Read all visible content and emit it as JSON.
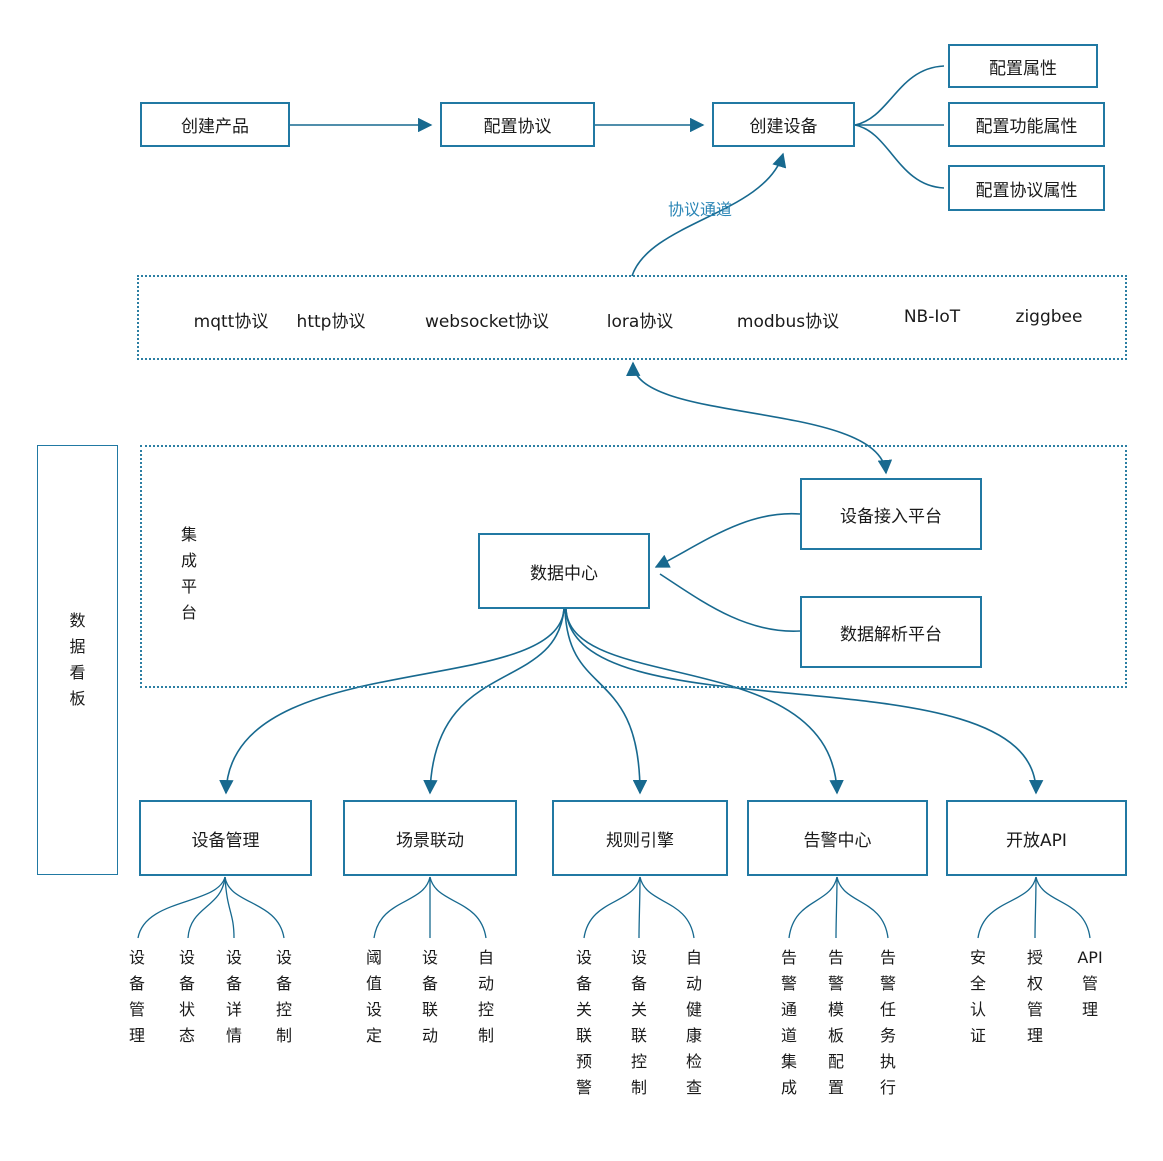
{
  "colors": {
    "connector": "#17698f",
    "box_border": "#2179a3",
    "dotted_border": "#2c7fa3",
    "channel_label_blue": "#2b86b6",
    "text": "#1a1a1a",
    "background": "#ffffff"
  },
  "nodes": {
    "create_product": "创建产品",
    "config_protocol": "配置协议",
    "create_device": "创建设备",
    "attr_basic": "配置属性",
    "attr_function": "配置功能属性",
    "attr_protocol": "配置协议属性",
    "channel_label": "协议通道",
    "data_center": "数据中心",
    "device_access": "设备接入平台",
    "data_parse": "数据解析平台",
    "integration_platform": "集\n成\n平\n台",
    "data_dashboard": "数\n据\n看\n板"
  },
  "protocols": [
    "mqtt协议",
    "http协议",
    "websocket协议",
    "lora协议",
    "modbus协议",
    "NB-IoT",
    "ziggbee"
  ],
  "groups": [
    {
      "label": "设备管理",
      "leaves": [
        "设\n备\n管\n理",
        "设\n备\n状\n态",
        "设\n备\n详\n情",
        "设\n备\n控\n制"
      ]
    },
    {
      "label": "场景联动",
      "leaves": [
        "阈\n值\n设\n定",
        "设\n备\n联\n动",
        "自\n动\n控\n制"
      ]
    },
    {
      "label": "规则引擎",
      "leaves": [
        "设\n备\n关\n联\n预\n警",
        "设\n备\n关\n联\n控\n制",
        "自\n动\n健\n康\n检\n查"
      ]
    },
    {
      "label": "告警中心",
      "leaves": [
        "告\n警\n通\n道\n集\n成",
        "告\n警\n模\n板\n配\n置",
        "告\n警\n任\n务\n执\n行"
      ]
    },
    {
      "label": "开放API",
      "leaves": [
        "安\n全\n认\n证",
        "授\n权\n管\n理",
        "API\n管\n理"
      ]
    }
  ]
}
